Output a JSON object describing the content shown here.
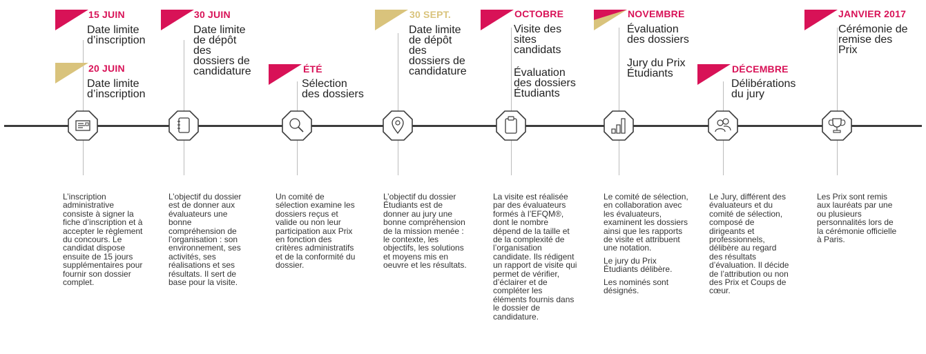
{
  "colors": {
    "accent_red": "#d81257",
    "accent_gold": "#d9c37c",
    "line": "#3c3c3c"
  },
  "steps": [
    {
      "date": "15 JUIN",
      "label": [
        "Date limite",
        "d’inscription"
      ],
      "date2": "20 JUIN",
      "label2": [
        "Date limite",
        "d’inscription"
      ],
      "icon": "form-card-icon",
      "desc": [
        "L’inscription administrative consiste à signer la fiche d’inscription et à accepter le règlement du concours. Le candidat dispose ensuite de 15 jours supplémentaires pour fournir son dossier complet."
      ]
    },
    {
      "date": "30 JUIN",
      "label": [
        "Date limite",
        "de dépôt",
        "des",
        "dossiers de",
        "candidature"
      ],
      "icon": "notebook-icon",
      "desc": [
        "L’objectif du dossier est de donner aux évaluateurs une bonne compréhension de l’organisation : son environnement, ses activités, ses réalisations et ses résultats. Il sert de base pour la visite."
      ]
    },
    {
      "date": "ÉTÉ",
      "label": [
        "Sélection",
        "des dossiers"
      ],
      "icon": "magnifier-icon",
      "desc": [
        "Un comité de sélection examine les dossiers reçus et valide ou non leur participation aux Prix en fonction des critères administratifs et de la conformité du dossier."
      ]
    },
    {
      "date": "30 SEPT.",
      "label": [
        "Date limite",
        "de dépôt",
        "des",
        "dossiers de",
        "candidature"
      ],
      "icon": "map-pin-icon",
      "desc": [
        "L’objectif du dossier Étudiants est de donner au jury une bonne compréhension de la mission menée : le contexte, les objectifs, les solutions et moyens mis en oeuvre et les résultats."
      ]
    },
    {
      "date": "OCTOBRE",
      "label": [
        "Visite des",
        "sites",
        "candidats"
      ],
      "label2": [
        "Évaluation",
        "des dossiers",
        "Étudiants"
      ],
      "icon": "clipboard-icon",
      "desc": [
        "La visite est réalisée par des évaluateurs formés à l’EFQM®, dont le nombre dépend de la taille et de la complexité de l’organisation candidate. Ils rédigent un rapport de visite qui permet de vérifier, d’éclairer et de compléter les éléments fournis dans le dossier de candidature."
      ]
    },
    {
      "date": "NOVEMBRE",
      "label": [
        "Évaluation",
        "des dossiers"
      ],
      "label2": [
        "Jury du Prix",
        "Étudiants"
      ],
      "icon": "bar-chart-icon",
      "desc": [
        "Le comité de sélection, en collaboration avec les évaluateurs, examinent les dossiers ainsi que les rapports de visite et attribuent une notation.",
        "Le jury du Prix Étudiants délibère.",
        "Les nominés sont désignés."
      ]
    },
    {
      "date": "DÉCEMBRE",
      "label": [
        "Délibérations",
        "du jury"
      ],
      "icon": "people-icon",
      "desc": [
        "Le Jury, différent des évaluateurs et du comité de sélection, composé de dirigeants et professionnels, délibère au regard des résultats d’évaluation. Il décide de l’attribution ou non des Prix et Coups de cœur."
      ]
    },
    {
      "date": "JANVIER 2017",
      "label": [
        "Cérémonie de",
        "remise des",
        "Prix"
      ],
      "icon": "trophy-icon",
      "desc": [
        "Les Prix sont remis aux lauréats par une ou plusieurs personnalités lors de la cérémonie officielle à Paris."
      ]
    }
  ]
}
